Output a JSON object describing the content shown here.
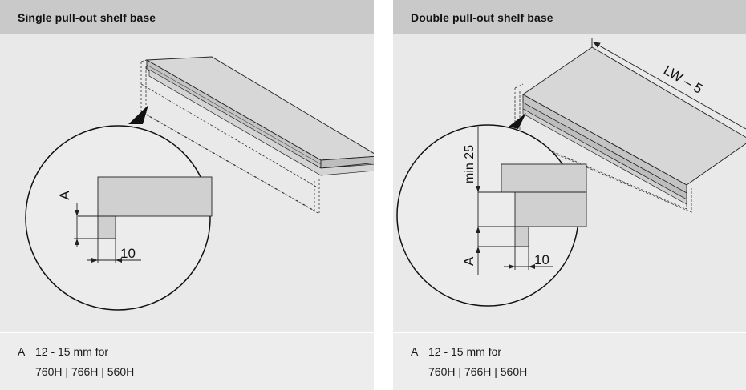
{
  "panels": [
    {
      "title": "Single pull-out shelf base",
      "labels": {
        "a": "A",
        "ten": "10"
      },
      "note": {
        "key": "A",
        "line1": "12 - 15 mm for",
        "line2": "760H | 766H | 560H"
      }
    },
    {
      "title": "Double pull-out shelf base",
      "labels": {
        "a": "A",
        "ten": "10",
        "min": "min 25",
        "lw": "LW – 5"
      },
      "note": {
        "key": "A",
        "line1": "12 - 15 mm for",
        "line2": "760H | 766H | 560H"
      }
    }
  ]
}
